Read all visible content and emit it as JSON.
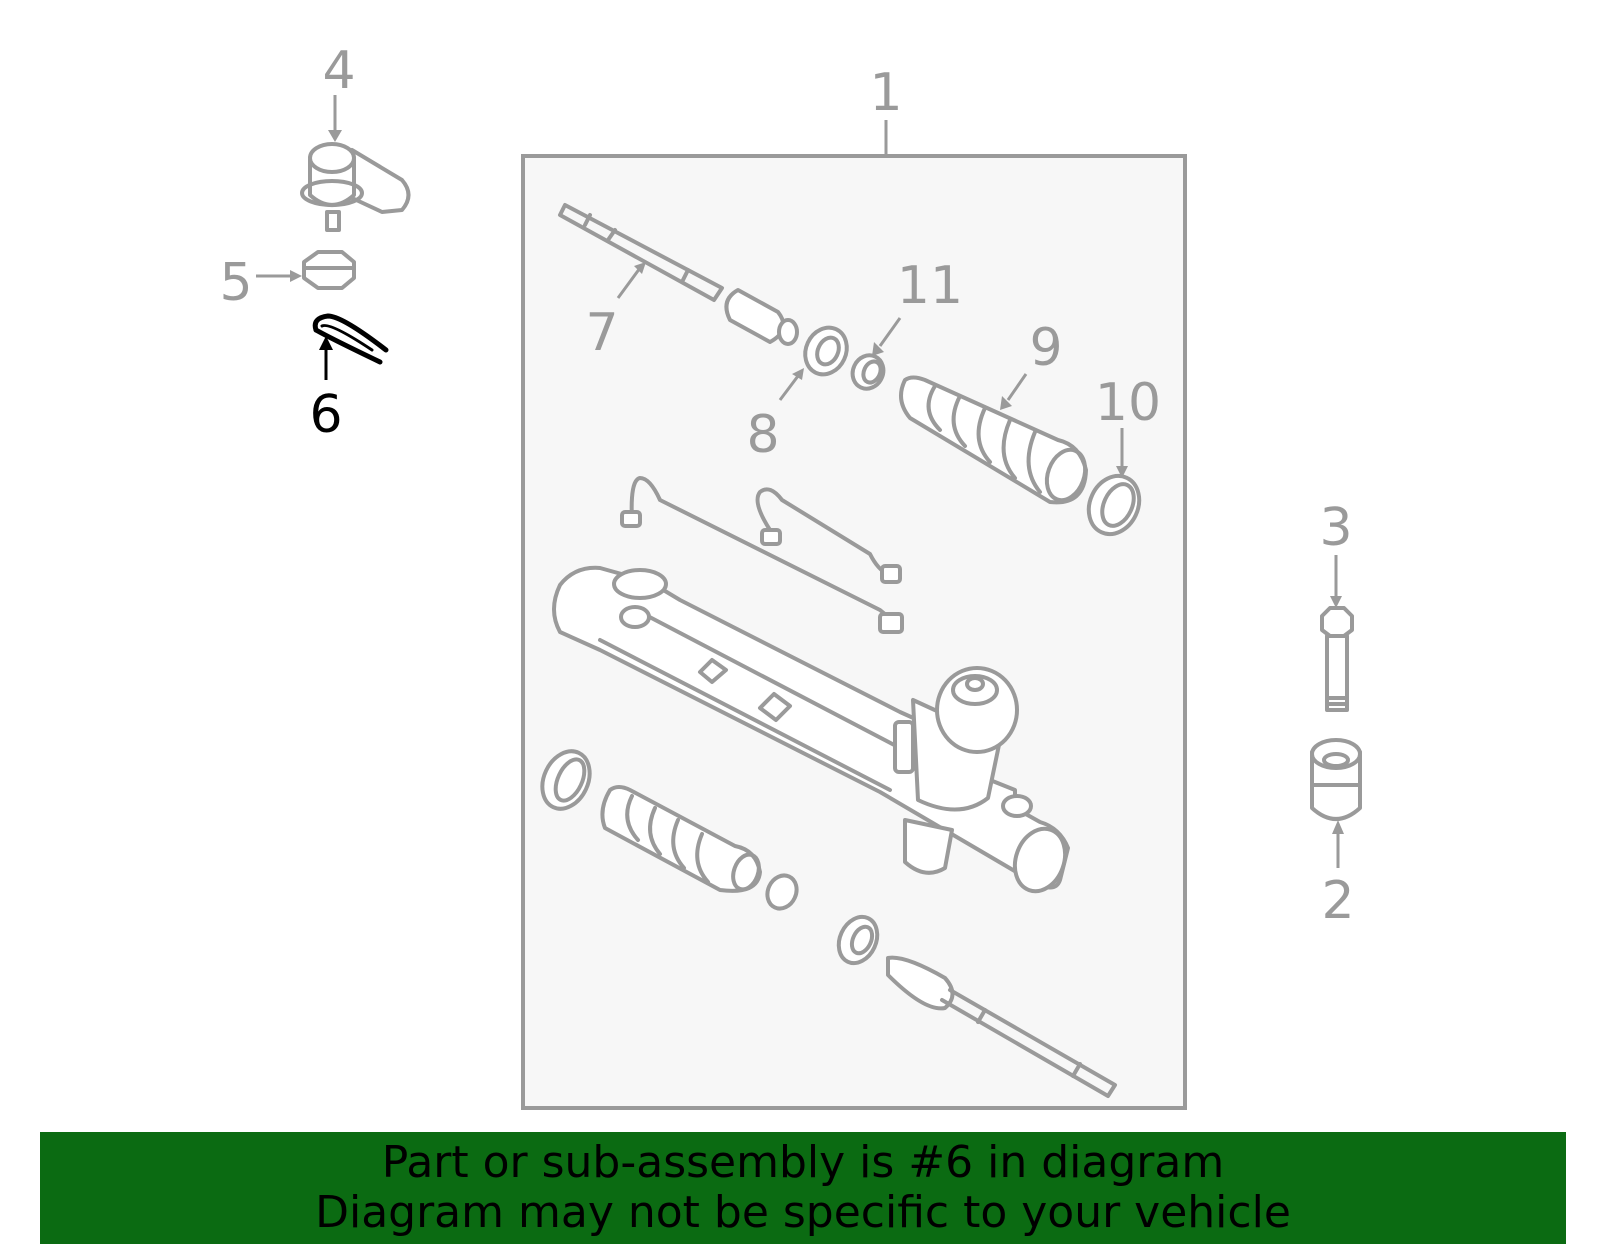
{
  "diagram": {
    "callouts": [
      {
        "id": "1",
        "label": "1"
      },
      {
        "id": "2",
        "label": "2"
      },
      {
        "id": "3",
        "label": "3"
      },
      {
        "id": "4",
        "label": "4"
      },
      {
        "id": "5",
        "label": "5"
      },
      {
        "id": "6",
        "label": "6"
      },
      {
        "id": "7",
        "label": "7"
      },
      {
        "id": "8",
        "label": "8"
      },
      {
        "id": "9",
        "label": "9"
      },
      {
        "id": "10",
        "label": "10"
      },
      {
        "id": "11",
        "label": "11"
      }
    ],
    "highlighted_part": "6"
  },
  "footer": {
    "line1": "Part or sub-assembly is #6 in diagram",
    "line2": "Diagram may not be specific to your vehicle"
  },
  "colors": {
    "line": "#9a9a9a",
    "highlight": "#000000",
    "panel_fill": "#f7f7f7",
    "banner": "#0b6b12"
  }
}
